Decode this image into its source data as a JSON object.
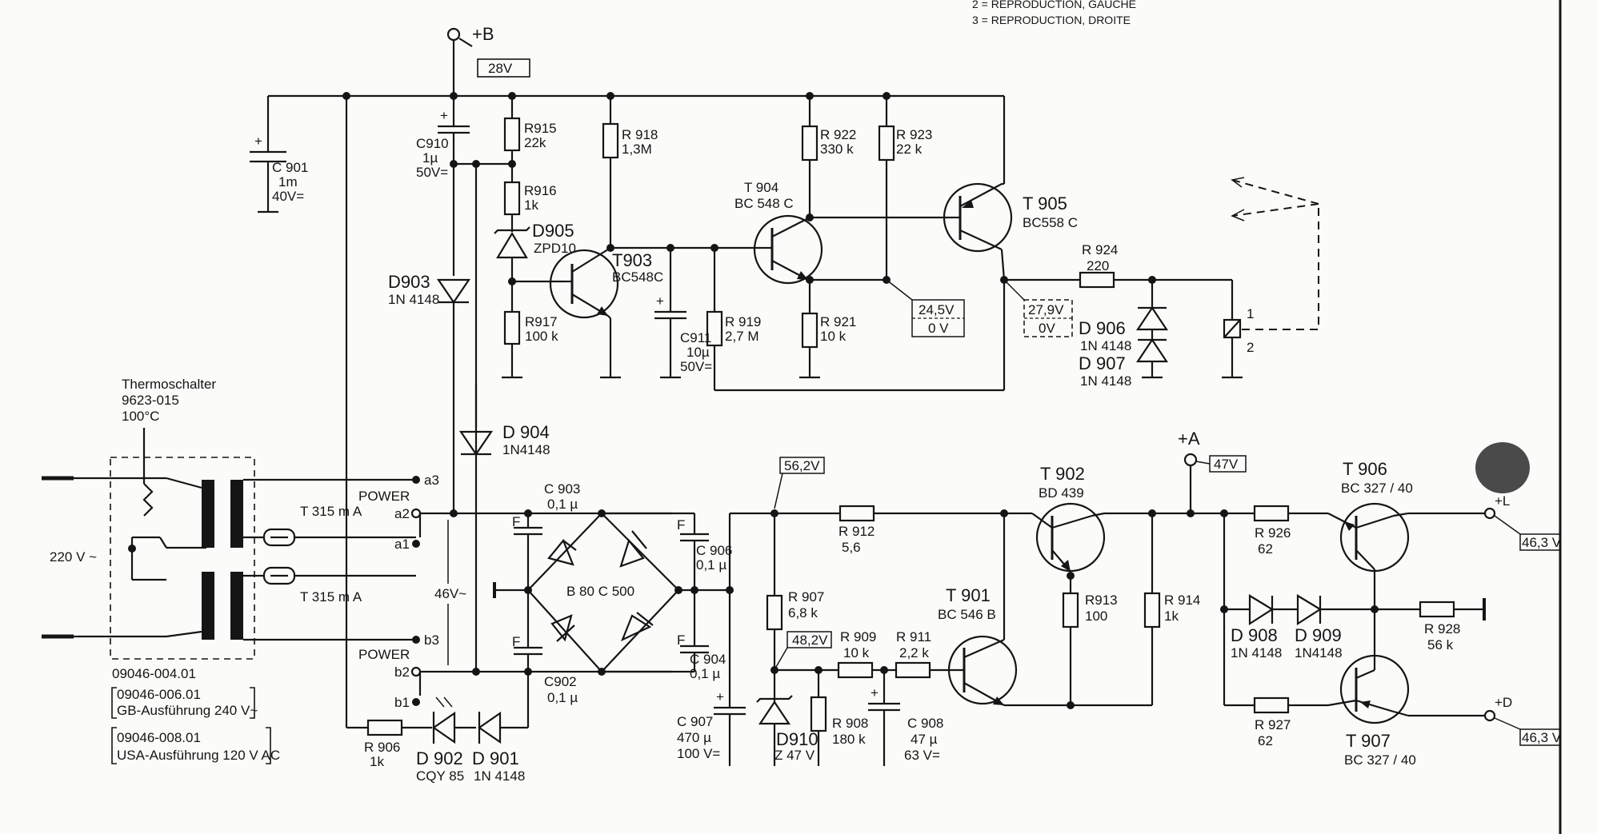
{
  "header": {
    "line2": "2 = REPRODUCTION, GAUCHE",
    "line3": "3 = REPRODUCTION, DROITE"
  },
  "terminals": {
    "plus_b": "+B",
    "plus_a": "+A",
    "plus_l": "+L",
    "plus_d": "+D",
    "a1": "a1",
    "a2": "a2",
    "a3": "a3",
    "b1": "b1",
    "b2": "b2",
    "b3": "b3",
    "power_top": "POWER",
    "power_bottom": "POWER",
    "relay_1": "1",
    "relay_2": "2"
  },
  "voltages": {
    "v28": "28V",
    "v24_5": "24,5V",
    "v0_a": "0 V",
    "v27_9": "27,9V",
    "v0_b": "0V",
    "v56_2": "56,2V",
    "v48_2": "48,2V",
    "v47": "47V",
    "v46_3_l": "46,3 V",
    "v46_3_d": "46,3 V",
    "v46ac": "46V~"
  },
  "mains": {
    "input": "220 V ~",
    "thermo": "Thermoschalter",
    "thermo_part": "9623-015",
    "thermo_temp": "100°C",
    "fuse1": "T 315 m A",
    "fuse2": "T 315 m A"
  },
  "variants": {
    "v1": "09046-004.01",
    "v2a": "09046-006.01",
    "v2b": "GB-Ausführung 240 V~",
    "v3a": "09046-008.01",
    "v3b": "USA-Ausführung 120 V AC"
  },
  "components": {
    "c901": [
      "C 901",
      "1m",
      "40V="
    ],
    "c910": [
      "C910",
      "1µ",
      "50V="
    ],
    "r915": [
      "R915",
      "22k"
    ],
    "r916": [
      "R916",
      "1k"
    ],
    "d905": [
      "D905",
      "ZPD10"
    ],
    "r917": [
      "R917",
      "100 k"
    ],
    "r918": [
      "R 918",
      "1,3M"
    ],
    "t903": [
      "T903",
      "BC548C"
    ],
    "c911": [
      "C911",
      "10µ",
      "50V="
    ],
    "r919": [
      "R 919",
      "2,7 M"
    ],
    "t904": [
      "T 904",
      "BC 548 C"
    ],
    "r922": [
      "R 922",
      "330 k"
    ],
    "r923": [
      "R 923",
      "22 k"
    ],
    "r921": [
      "R 921",
      "10 k"
    ],
    "t905": [
      "T 905",
      "BC558 C"
    ],
    "r924": [
      "R 924",
      "220"
    ],
    "d906": [
      "D 906",
      "1N 4148"
    ],
    "d907": [
      "D 907",
      "1N 4148"
    ],
    "d903": [
      "D903",
      "1N 4148"
    ],
    "d904": [
      "D 904",
      "1N4148"
    ],
    "c903": [
      "C 903",
      "0,1 µ"
    ],
    "c902": [
      "C902",
      "0,1 µ"
    ],
    "bridge": "B 80 C 500",
    "f1": "F",
    "f2": "F",
    "f3": "F",
    "f4": "F",
    "c906": [
      "C 906",
      "0,1 µ"
    ],
    "c904": [
      "C 904",
      "0,1 µ"
    ],
    "c907": [
      "C 907",
      "470 µ",
      "100 V="
    ],
    "r906": [
      "R 906",
      "1k"
    ],
    "d902": [
      "D 902",
      "CQY 85"
    ],
    "d901": [
      "D 901",
      "1N 4148"
    ],
    "r912": [
      "R 912",
      "5,6"
    ],
    "r907": [
      "R 907",
      "6,8 k"
    ],
    "r909": [
      "R 909",
      "10 k"
    ],
    "r911": [
      "R 911",
      "2,2 k"
    ],
    "d910": [
      "D910",
      "Z 47 V"
    ],
    "r908": [
      "R 908",
      "180 k"
    ],
    "c908": [
      "C 908",
      "47 µ",
      "63 V="
    ],
    "t901": [
      "T 901",
      "BC 546 B"
    ],
    "t902": [
      "T 902",
      "BD 439"
    ],
    "r913": [
      "R913",
      "100"
    ],
    "r914": [
      "R 914",
      "1k"
    ],
    "r926": [
      "R 926",
      "62"
    ],
    "t906": [
      "T 906",
      "BC 327 / 40"
    ],
    "d908": [
      "D 908",
      "1N 4148"
    ],
    "d909": [
      "D 909",
      "1N4148"
    ],
    "r928": [
      "R 928",
      "56 k"
    ],
    "r927": [
      "R 927",
      "62"
    ],
    "t907": [
      "T 907",
      "BC 327 / 40"
    ]
  },
  "colors": {
    "ink": "#151515",
    "paper": "#fbfbf9",
    "blob": "#4a4a4a"
  }
}
